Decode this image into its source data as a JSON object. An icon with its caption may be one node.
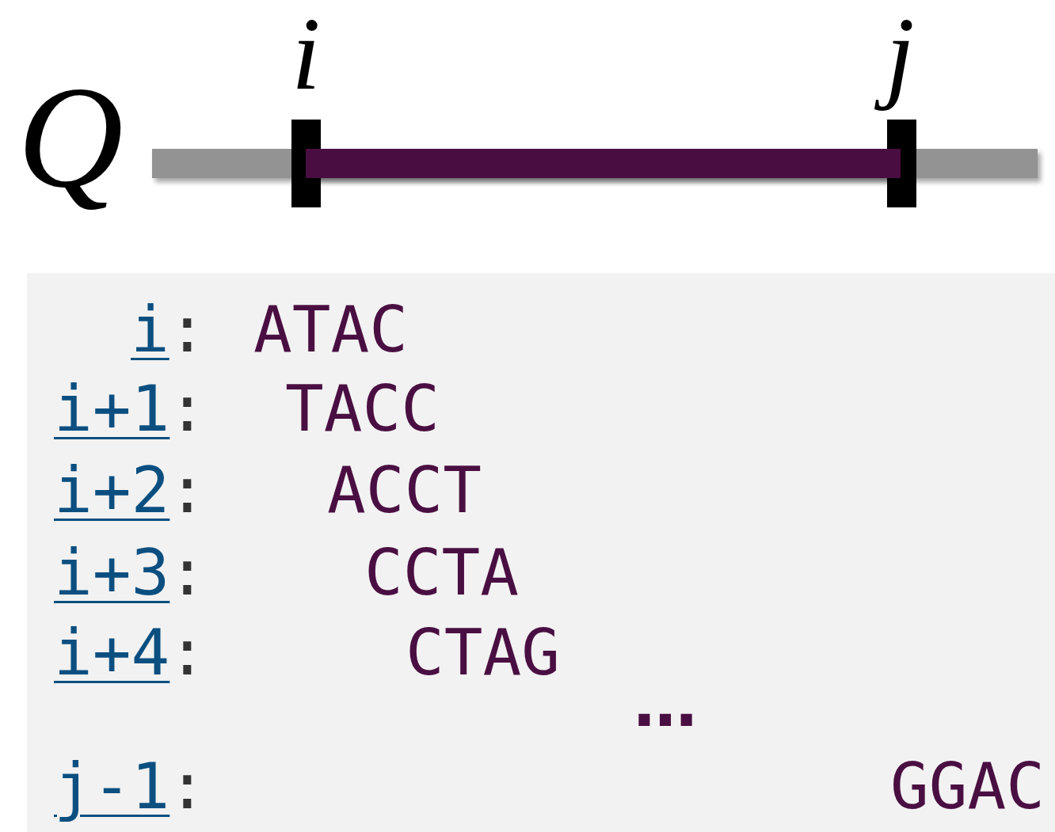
{
  "diagram": {
    "labels": [
      "i",
      "j",
      "Q",
      "i",
      ":",
      "ATAC",
      "i+1",
      ":",
      "TACC",
      "i+2",
      ":",
      "ACCT",
      "i+3",
      ":",
      "CCTA",
      "i+4",
      ":",
      "CTAG",
      "…",
      "j-1",
      ":",
      "GGAC"
    ]
  }
}
